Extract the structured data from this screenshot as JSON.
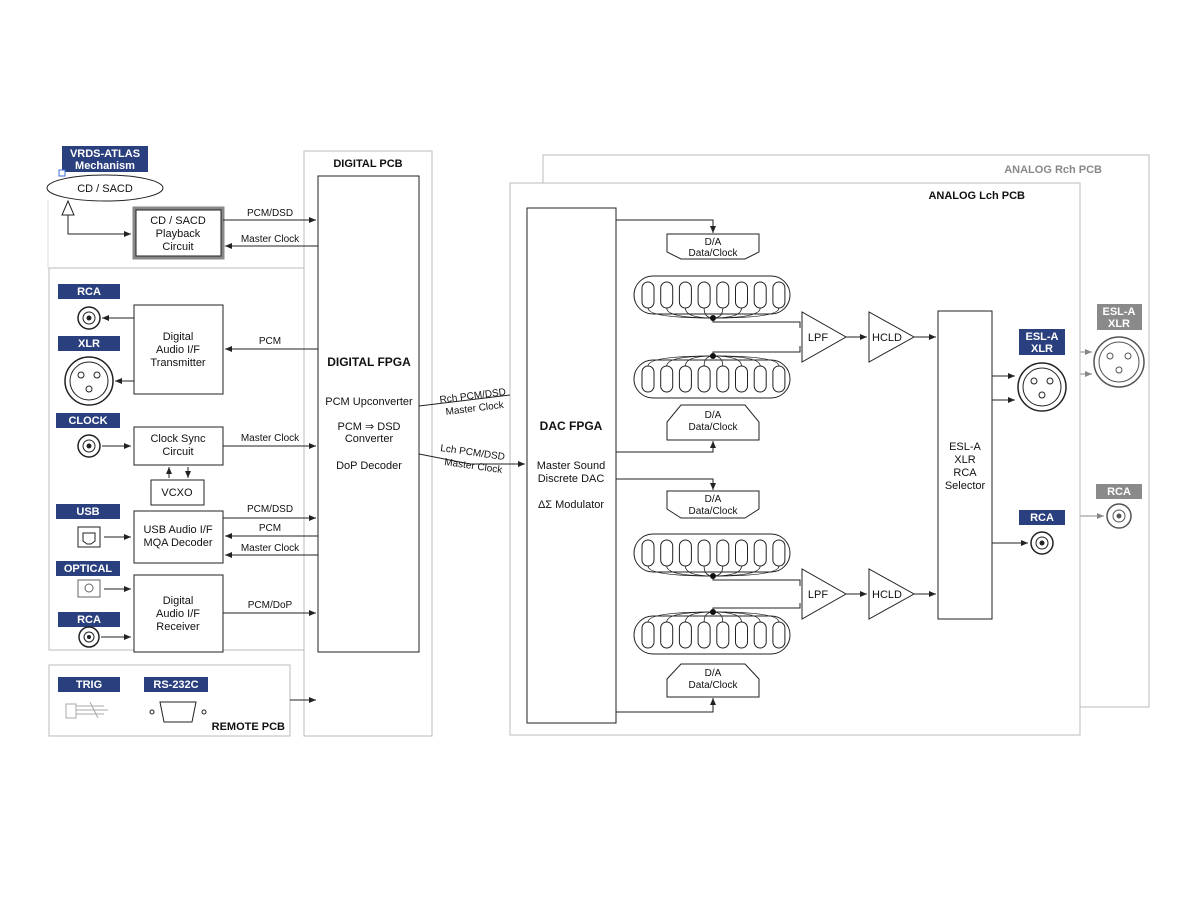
{
  "colors": {
    "tag_blue": "#2a3f7e",
    "tag_gray": "#8a8a8a",
    "pcb_border": "#bbbbbb",
    "line": "#222222"
  },
  "mechanism": {
    "tag": "VRDS-ATLAS Mechanism",
    "tag_line1": "VRDS-ATLAS",
    "tag_line2": "Mechanism",
    "disc": "CD / SACD"
  },
  "digital_pcb": {
    "title": "DIGITAL PCB",
    "playback": {
      "l1": "CD / SACD",
      "l2": "Playback",
      "l3": "Circuit"
    },
    "transmitter": {
      "l1": "Digital",
      "l2": "Audio I/F",
      "l3": "Transmitter"
    },
    "clock_sync": {
      "l1": "Clock Sync",
      "l2": "Circuit"
    },
    "vcxo": "VCXO",
    "usb_if": {
      "l1": "USB Audio I/F",
      "l2": "MQA Decoder"
    },
    "receiver": {
      "l1": "Digital",
      "l2": "Audio I/F",
      "l3": "Receiver"
    },
    "fpga": {
      "title": "DIGITAL FPGA",
      "f1": "PCM Upconverter",
      "f2a": "PCM ⇒ DSD",
      "f2b": "Converter",
      "f3": "DoP Decoder"
    }
  },
  "signals": {
    "pcm_dsd": "PCM/DSD",
    "master_clock": "Master Clock",
    "pcm": "PCM",
    "pcm_dop": "PCM/DoP",
    "rch": "Rch PCM/DSD",
    "lch": "Lch PCM/DSD"
  },
  "io_tags": {
    "rca": "RCA",
    "xlr": "XLR",
    "clock": "CLOCK",
    "usb": "USB",
    "optical": "OPTICAL",
    "trig": "TRIG",
    "rs232c": "RS-232C"
  },
  "remote_pcb": {
    "title": "REMOTE PCB"
  },
  "analog": {
    "rch_title": "ANALOG Rch PCB",
    "lch_title": "ANALOG Lch PCB",
    "dac_fpga": {
      "title": "DAC FPGA",
      "l1": "Master Sound",
      "l2": "Discrete DAC",
      "l3": "ΔΣ Modulator"
    },
    "da": {
      "l1": "D/A",
      "l2": "Data/Clock"
    },
    "lpf": "LPF",
    "hcld": "HCLD",
    "selector": {
      "l1": "ESL-A",
      "l2": "XLR",
      "l3": "RCA",
      "l4": "Selector"
    },
    "out_esla_l1": "ESL-A",
    "out_esla_l2": "XLR",
    "out_rca": "RCA"
  }
}
